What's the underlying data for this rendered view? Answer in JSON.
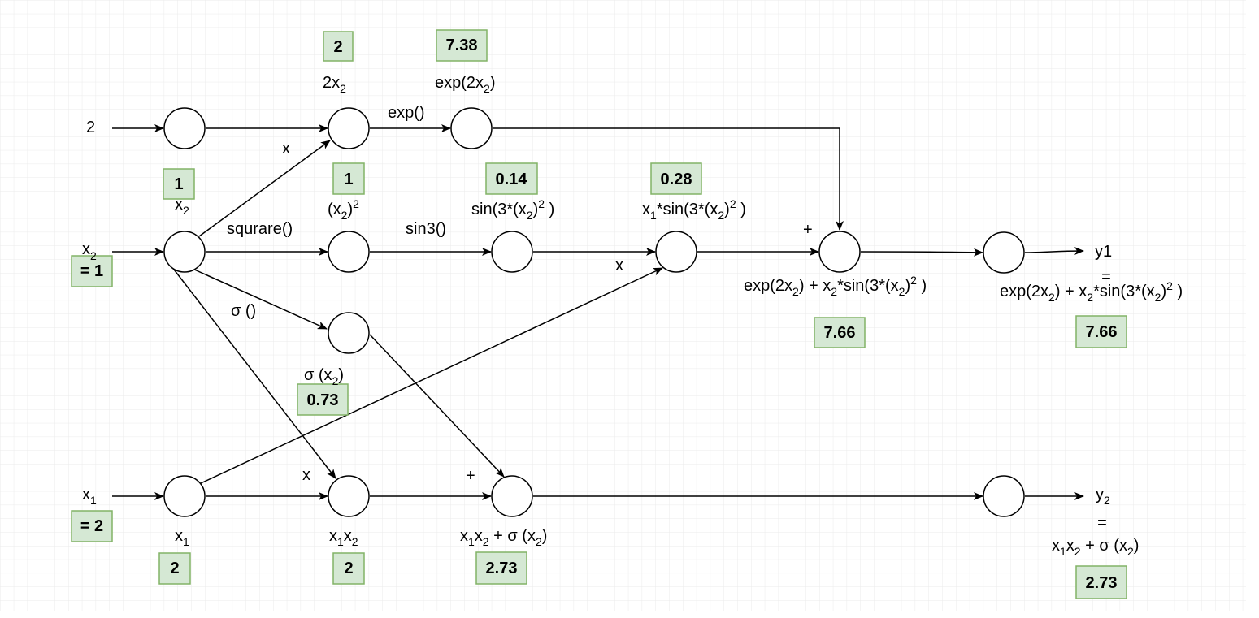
{
  "background": {
    "grid_color": "#e6e6e6",
    "grid_major_color": "#d3d3d3"
  },
  "colors": {
    "value_box_fill": "#d5e8d4",
    "value_box_stroke": "#82b366",
    "stroke": "#000000"
  },
  "inputs": {
    "const_2": "2",
    "x2": {
      "base": "x",
      "sub": "2",
      "value": "= 1"
    },
    "x1": {
      "base": "x",
      "sub": "1",
      "value": "= 2"
    }
  },
  "ops": {
    "mul_top": "x",
    "exp": "exp()",
    "square": "squrare()",
    "sin3": "sin3()",
    "sigmoid": "σ ()",
    "mul_mid": "x",
    "mul_bottom": "x",
    "plus_top": "+",
    "plus_bottom": "+"
  },
  "node_labels": {
    "x2_node": {
      "base": "x",
      "sub": "2"
    },
    "two_x2": {
      "a": "2x",
      "sub": "2"
    },
    "exp_2x2": {
      "a": "exp(2x",
      "sub": "2",
      "b": ")"
    },
    "sq": {
      "a": "(x",
      "sub": "2",
      "b": ")",
      "sup": "2"
    },
    "sin_sq": {
      "a": "sin(3*(x",
      "sub": "2",
      "b": ")",
      "sup": "2",
      "c": " )"
    },
    "x1_sin": {
      "a": "x",
      "sub1": "1",
      "b": "*sin(3*(x",
      "sub2": "2",
      "c": ")",
      "sup": "2",
      "d": " )"
    },
    "sum_top": {
      "a": "exp(2x",
      "sub1": "2",
      "b": ") + x",
      "sub2": "2",
      "c": "*sin(3*(x",
      "sub3": "2",
      "d": ")",
      "sup": "2",
      "e": " )"
    },
    "sigma_x2": {
      "a": "σ (x",
      "sub": "2",
      "b": ")"
    },
    "x1_node": {
      "base": "x",
      "sub": "1"
    },
    "x1x2": {
      "a": "x",
      "sub1": "1",
      "b": "x",
      "sub2": "2"
    },
    "sum_bottom": {
      "a": "x",
      "sub1": "1",
      "b": "x",
      "sub2": "2",
      "c": " + σ (x",
      "sub3": "2",
      "d": ")"
    }
  },
  "outputs": {
    "y1": {
      "name": "y1",
      "eq": "=",
      "a": "exp(2x",
      "sub1": "2",
      "b": ") + x",
      "sub2": "2",
      "c": "*sin(3*(x",
      "sub3": "2",
      "d": ")",
      "sup": "2",
      "e": " )"
    },
    "y2": {
      "base": "y",
      "sub": "2",
      "eq": "=",
      "a": "x",
      "sub1": "1",
      "b": "x",
      "sub2": "2",
      "c": " + σ (x",
      "sub3": "2",
      "d": ")"
    }
  },
  "values": {
    "two_x2": "2",
    "exp_2x2": "7.38",
    "x2_node": "1",
    "sq": "1",
    "sin_sq": "0.14",
    "x1_sin": "0.28",
    "sigma_x2": "0.73",
    "sum_top": "7.66",
    "y1": "7.66",
    "x1_node": "2",
    "x1x2": "2",
    "sum_bottom": "2.73",
    "y2": "2.73"
  }
}
